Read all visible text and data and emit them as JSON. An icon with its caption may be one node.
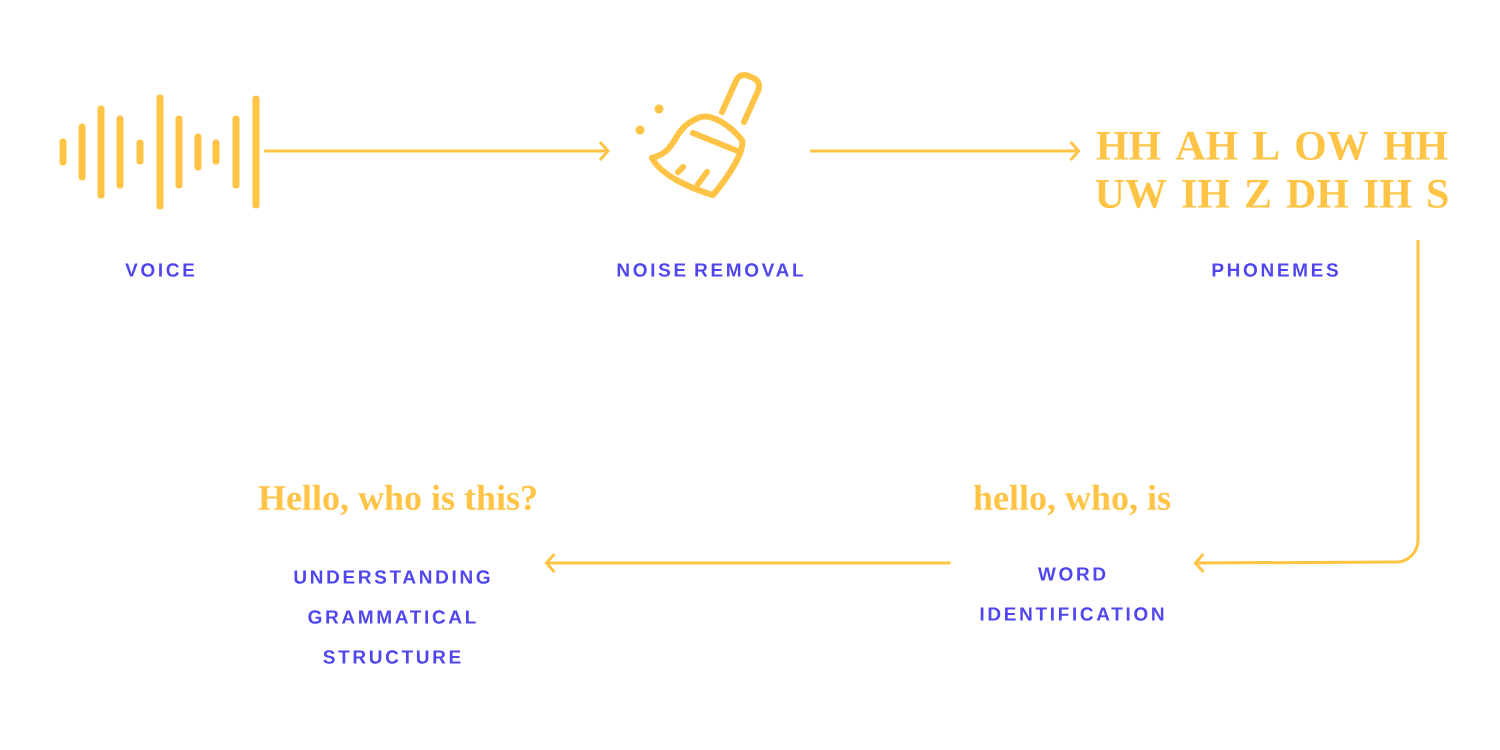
{
  "diagram": {
    "nodes": [
      {
        "text": [
          "VOICE"
        ]
      },
      {
        "text": [
          "NOISE REMOVAL"
        ]
      },
      {
        "text": [
          "HH AH L OW HH UW IH Z DH IH S",
          "PHONEMES"
        ]
      },
      {
        "text": [
          "hello, who, is",
          "WORD IDENTIFICATION"
        ]
      },
      {
        "text": [
          "Hello, who is this?",
          "UNDERSTANDING GRAMMATICAL STRUCTURE"
        ]
      }
    ],
    "edges": [
      {
        "from": 0,
        "to": 1,
        "arrow": "to"
      },
      {
        "from": 1,
        "to": 2,
        "arrow": "to"
      },
      {
        "from": 2,
        "to": 3,
        "arrow": "to"
      },
      {
        "from": 3,
        "to": 4,
        "arrow": "to"
      }
    ]
  }
}
